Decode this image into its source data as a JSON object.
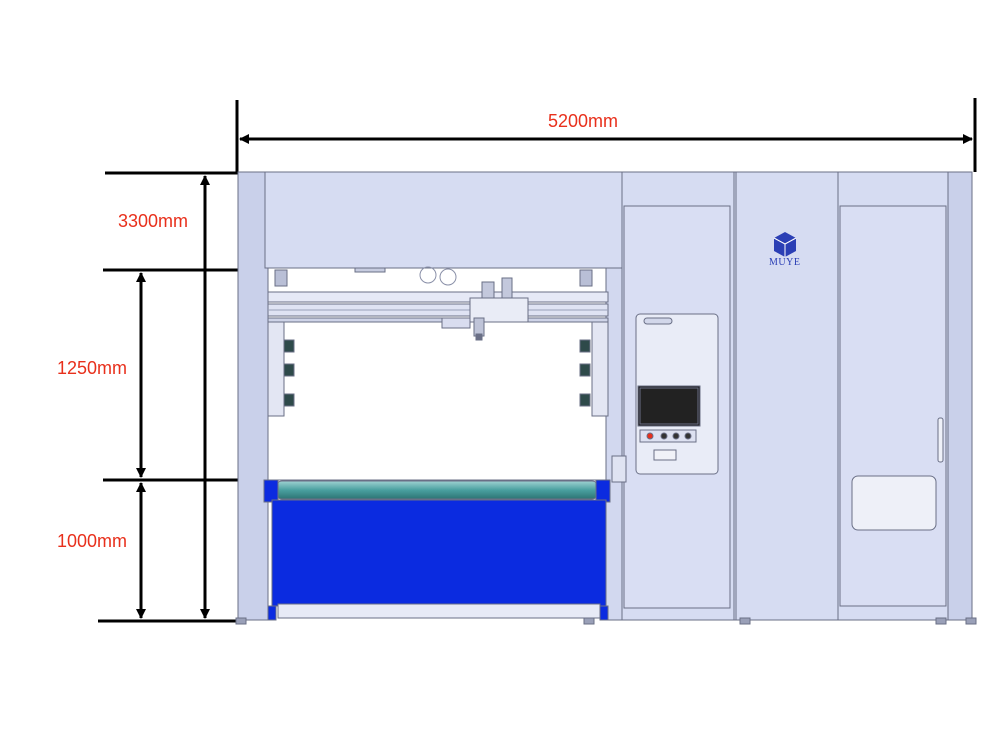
{
  "dimensions": {
    "width": "5200mm",
    "total_height": "3300mm",
    "opening_height": "1250mm",
    "base_height": "1000mm"
  },
  "brand": {
    "name": "MUYE",
    "logo_icon": "cube-logo-icon"
  },
  "colors": {
    "dimension_text": "#e8301c",
    "panel": "#d6dcf2",
    "frame_outline": "#6a6f86",
    "base_blue": "#0b2be0",
    "roller": "#4aa0a0",
    "screen": "#1a1a1a",
    "logo": "#2b3fb5"
  }
}
